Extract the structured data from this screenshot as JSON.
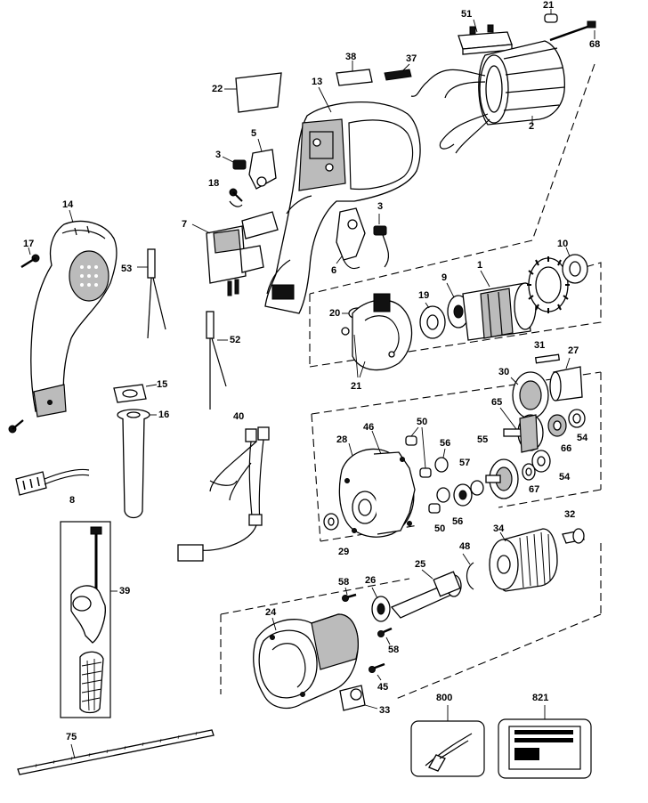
{
  "part_numbers": [
    "51",
    "21",
    "68",
    "38",
    "37",
    "22",
    "13",
    "2",
    "5",
    "3",
    "18",
    "3",
    "14",
    "17",
    "7",
    "53",
    "6",
    "10",
    "1",
    "9",
    "19",
    "20",
    "21",
    "52",
    "15",
    "16",
    "31",
    "27",
    "30",
    "65",
    "54",
    "66",
    "54",
    "67",
    "28",
    "46",
    "50",
    "56",
    "57",
    "55",
    "56",
    "50",
    "40",
    "8",
    "29",
    "32",
    "34",
    "48",
    "25",
    "39",
    "58",
    "26",
    "24",
    "58",
    "45",
    "33",
    "800",
    "821",
    "75"
  ]
}
